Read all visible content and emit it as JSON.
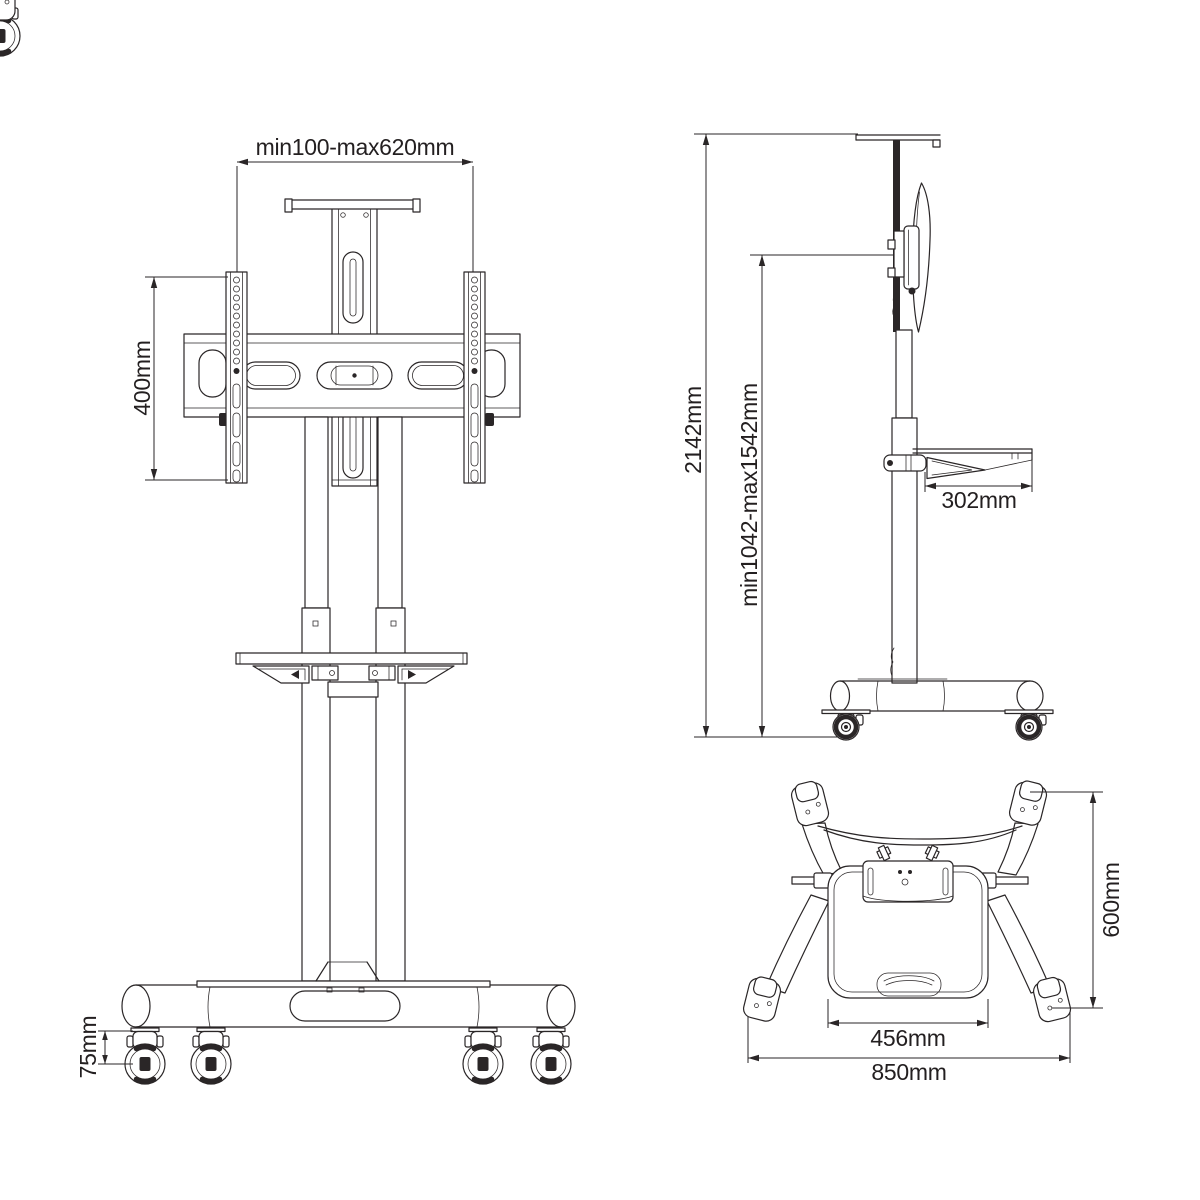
{
  "drawing": {
    "colors": {
      "background": "#ffffff",
      "line": "#2a2627",
      "text": "#231f20"
    },
    "views": {
      "front": {
        "dimensions": {
          "bracket_width": "min100-max620mm",
          "vesa_height": "400mm",
          "caster_height": "75mm"
        }
      },
      "side": {
        "dimensions": {
          "total_height": "2142mm",
          "column_height": "min1042-max1542mm",
          "shelf_depth": "302mm"
        }
      },
      "top": {
        "dimensions": {
          "base_depth": "600mm",
          "shelf_width": "456mm",
          "base_width": "850mm"
        }
      }
    }
  }
}
